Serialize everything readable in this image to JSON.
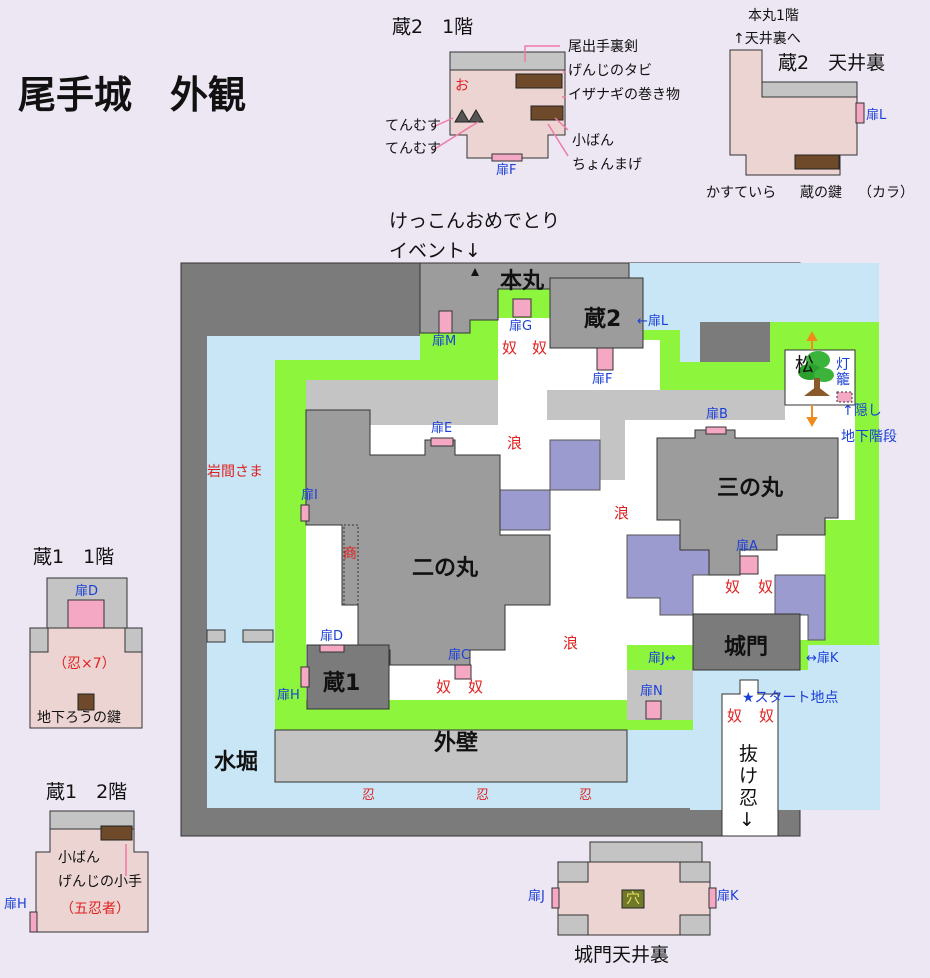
{
  "title": "尾手城　外観",
  "colors": {
    "wall": "#7b7b7b",
    "water": "#c8e6f6",
    "grass": "#8cf53c",
    "path": "#ffffff",
    "building": "#9c9c9c",
    "lightgray": "#c4c4c4",
    "purple": "#9b9bd0",
    "room": "#ecd4d2",
    "door": "#f4a8c4",
    "enemy": "#e02020",
    "doorLabel": "#1b3fd8"
  },
  "main": {
    "honmaru": "本丸",
    "kura2": "蔵2",
    "ninomaru": "二の丸",
    "sannomaru": "三の丸",
    "jomon": "城門",
    "kura1": "蔵1",
    "gaiheki": "外壁",
    "mizubori": "水堀",
    "iwama": "岩間さま",
    "shou": "商",
    "matsu": "松",
    "touro": "灯籠",
    "kakushi": "↑隠し",
    "chika": "地下階段",
    "start": "★スタート地点",
    "nukenin": "抜け忍↓",
    "event1": "けっこんおめでとり",
    "event2": "イベント↓",
    "yakko": "奴",
    "rou": "浪",
    "shinobi": "忍",
    "doors": {
      "A": "扉A",
      "B": "扉B",
      "C": "扉C",
      "D": "扉D",
      "E": "扉E",
      "F": "扉F",
      "G": "扉G",
      "H": "扉H",
      "I": "扉I",
      "J": "扉J↔",
      "K": "↔扉K",
      "L": "←扉L",
      "M": "扉M",
      "N": "扉N"
    }
  },
  "kura2_1f": {
    "title": "蔵2　1階",
    "o": "お",
    "items": [
      "尾出手裏剣",
      "げんじのタビ",
      "イザナギの巻き物",
      "小ばん",
      "ちょんまげ",
      "てんむす",
      "てんむす"
    ],
    "door": "扉F"
  },
  "honmaru_attic": {
    "caption1": "本丸1階",
    "caption2": "↑天井裏へ",
    "title": "蔵2　天井裏",
    "door": "扉L",
    "items": [
      "かすていら",
      "蔵の鍵",
      "（カラ）"
    ]
  },
  "kura1_1f": {
    "title": "蔵1　1階",
    "door": "扉D",
    "ninja": "（忍×7）",
    "item": "地下ろうの鍵"
  },
  "kura1_2f": {
    "title": "蔵1　2階",
    "items": [
      "小ばん",
      "げんじの小手"
    ],
    "ninja": "（五忍者）",
    "door": "扉H"
  },
  "gate_attic": {
    "title": "城門天井裏",
    "ana": "穴",
    "doorJ": "扉J",
    "doorK": "扉K"
  }
}
